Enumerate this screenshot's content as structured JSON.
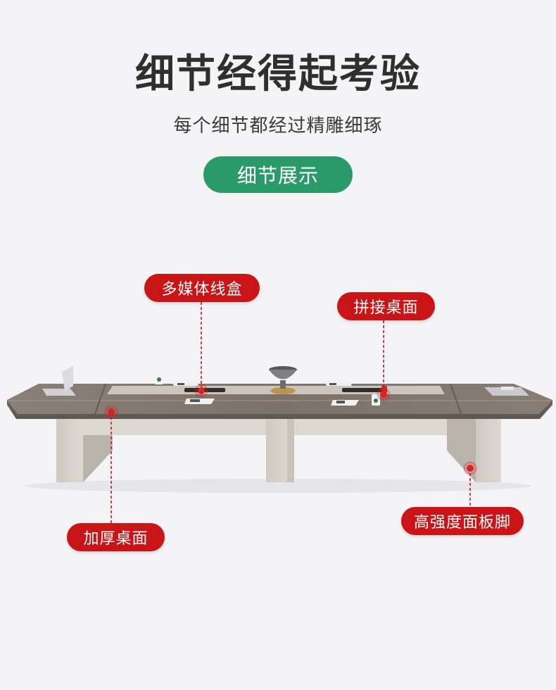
{
  "header": {
    "title": "细节经得起考验",
    "subtitle": "每个细节都经过精雕细琢",
    "badge": "细节展示"
  },
  "callouts": {
    "multimedia_box": "多媒体线盒",
    "spliced_top": "拼接桌面",
    "thick_top": "加厚桌面",
    "panel_legs": "高强度面板脚"
  },
  "colors": {
    "background": "#f4f4f6",
    "accent_green": "#2a9a6a",
    "callout_red": "#c91517",
    "table_wood": "#7a6f66",
    "leg_panel": "#d6d1cb"
  }
}
